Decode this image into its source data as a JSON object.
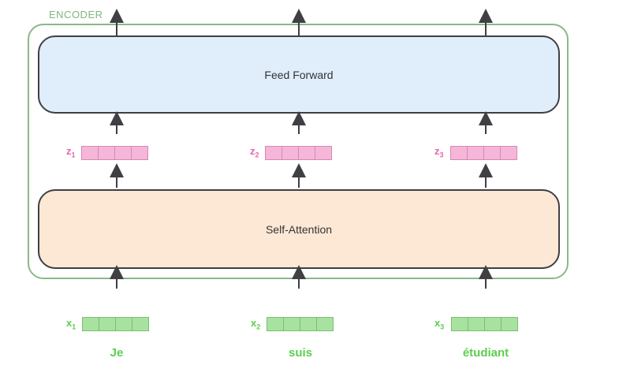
{
  "encoder": {
    "label": "ENCODER"
  },
  "feed_forward": {
    "label": "Feed Forward"
  },
  "self_attention": {
    "label": "Self-Attention"
  },
  "columns": [
    {
      "z_label": "z",
      "z_sub": "1",
      "x_label": "x",
      "x_sub": "1",
      "word": "Je"
    },
    {
      "z_label": "z",
      "z_sub": "2",
      "x_label": "x",
      "x_sub": "2",
      "word": "suis"
    },
    {
      "z_label": "z",
      "z_sub": "3",
      "x_label": "x",
      "x_sub": "3",
      "word": "étudiant"
    }
  ],
  "colors": {
    "encoder_border": "#8ab88a",
    "feed_forward_fill": "#e0eefc",
    "self_attention_fill": "#fde8d5",
    "z_vector": "#f5b6d8",
    "x_vector": "#a8e2a0",
    "z_text": "#e866ad",
    "x_text": "#5bcf4e"
  }
}
